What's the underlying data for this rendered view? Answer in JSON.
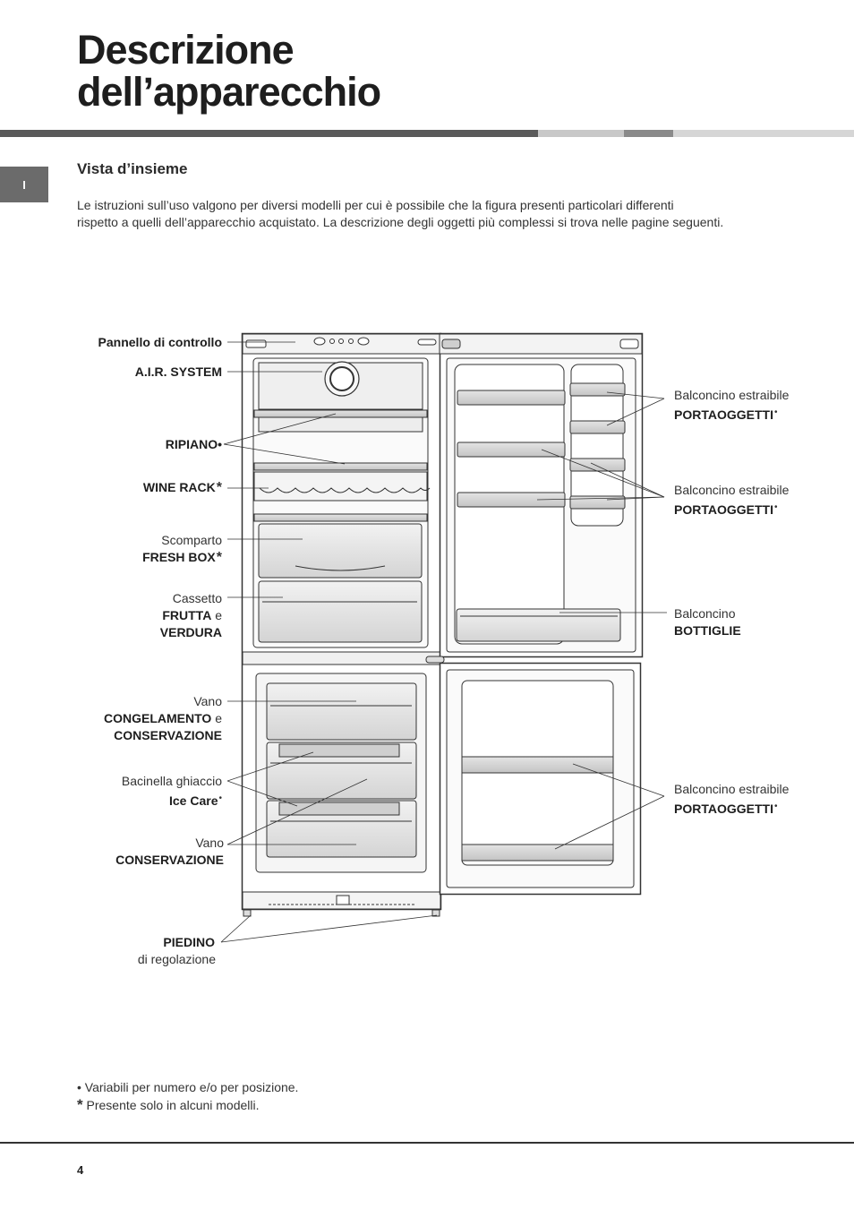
{
  "page": {
    "title_line1": "Descrizione",
    "title_line2": "dell’apparecchio",
    "language_tab": "I",
    "page_number": "4"
  },
  "section": {
    "heading": "Vista d’insieme",
    "intro_line1": "Le istruzioni sull’uso valgono per diversi modelli per cui è possibile che la figura presenti particolari differenti",
    "intro_line2": "rispetto a quelli dell’apparecchio acquistato. La descrizione degli oggetti più complessi si trova nelle pagine seguenti."
  },
  "labels": {
    "pannello": "Pannello di controllo",
    "air_system": "A.I.R. SYSTEM",
    "ripiano": "RIPIANO•",
    "wine_rack": "WINE RACK",
    "asterisk": "*",
    "dot": "•",
    "scomparto": "Scomparto",
    "fresh_box": "FRESH BOX",
    "cassetto": "Cassetto",
    "frutta": "FRUTTA",
    "e": "e",
    "verdura": "VERDURA",
    "vano": "Vano",
    "congelamento": "CONGELAMENTO",
    "conservazione": "CONSERVAZIONE",
    "bacinella": "Bacinella ghiaccio",
    "ice_care": "Ice Care",
    "piedino": "PIEDINO",
    "di_regolazione": "di regolazione",
    "balconcino_estraibile": "Balconcino estraibile",
    "portaoggetti": "PORTAOGGETTI",
    "balconcino": "Balconcino",
    "bottiglie": "BOTTIGLIE"
  },
  "notes": {
    "bullet_note": "Variabili per numero e/o per posizione.",
    "asterisk_note": "Presente solo in alcuni modelli."
  },
  "colors": {
    "band_dark": "#5a5a5a",
    "band_light": "#c8c8c8",
    "band_mid": "#8a8a8a",
    "tab": "#6b6b6b"
  }
}
